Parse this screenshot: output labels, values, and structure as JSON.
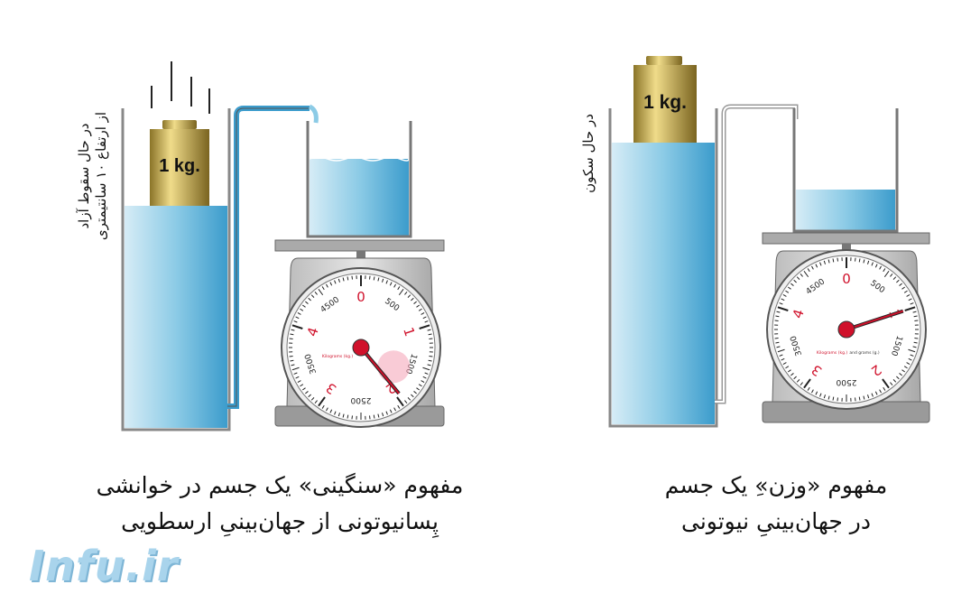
{
  "left_scene": {
    "weight_label": "1 kg.",
    "side_label_line1": "در حال سقوط آزاد",
    "side_label_line2": "از ارتفاع ۱۰ سانتیمتری",
    "dial": {
      "unit_label": "Kilograms (kg.)",
      "reading_kg": 1.95,
      "major_labels": [
        "0",
        "1",
        "2",
        "3",
        "4"
      ],
      "minor_labels": [
        "500",
        "1500",
        "2500",
        "3500",
        "4500"
      ]
    },
    "caption_line1": "مفهوم «سنگینی» یک جسم در خوانشی",
    "caption_line2": "پِسانیوتونی از  جهان‌بینیِ ارسطویی"
  },
  "right_scene": {
    "weight_label": "1 kg.",
    "side_label": "در حال سکون",
    "dial": {
      "unit_label": "Kilograms (kg.)",
      "unit_label_suffix": "and grams (g.)",
      "reading_kg": 1.0,
      "major_labels": [
        "0",
        "1",
        "2",
        "3",
        "4"
      ],
      "minor_labels": [
        "500",
        "1500",
        "2500",
        "3500",
        "4500"
      ]
    },
    "caption_line1": "مفهوم «وزن»ِ یک جسم",
    "caption_line2": "در جهان‌بینیِ نیوتونی"
  },
  "watermark": "Infu.ir",
  "colors": {
    "water": "#5fb2d8",
    "weight": "#c9a84a",
    "dial_red": "#d0112b",
    "scale_gray": "#c8c8c8"
  }
}
